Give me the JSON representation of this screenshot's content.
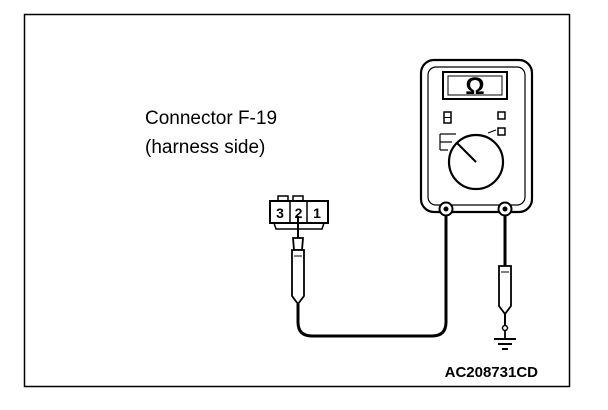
{
  "diagram": {
    "connector_label_line1": "Connector F-19",
    "connector_label_line2": "(harness side)",
    "connector_pins": [
      "3",
      "2",
      "1"
    ],
    "meter_symbol": "Ω",
    "figure_code": "AC208731CD",
    "line_color": "#000000",
    "background_color": "#ffffff"
  }
}
